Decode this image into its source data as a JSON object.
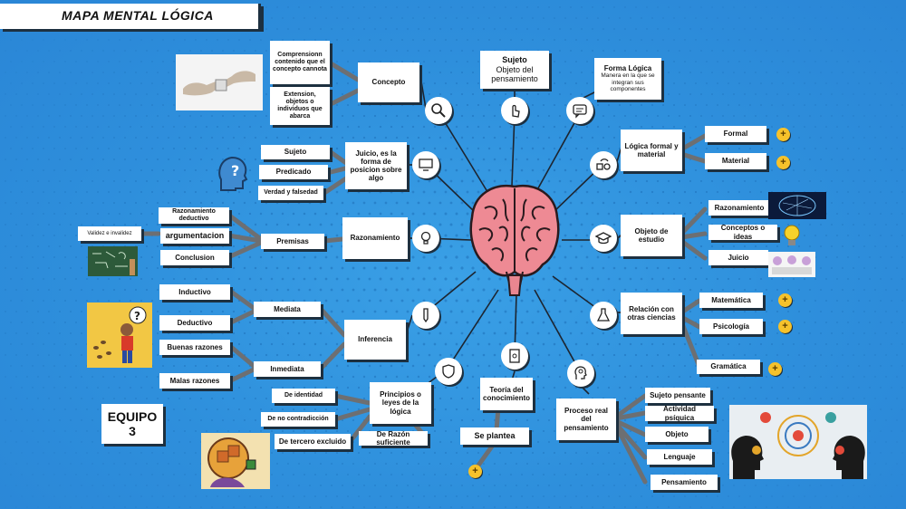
{
  "title": "MAPA MENTAL LÓGICA",
  "team": {
    "line1": "EQUIPO",
    "line2": "3"
  },
  "top": {
    "sujeto_title": "Sujeto",
    "sujeto_sub": "Objeto del pensamiento",
    "forma_title": "Forma Lógica",
    "forma_sub": "Manera en la que se integran sus componentes"
  },
  "concepto": {
    "main": "Concepto",
    "c1": "Comprensionn contenido que el concepto cannota",
    "c2": "Extension, objetos o individuos que abarca"
  },
  "juicio": {
    "main": "Juicio, es la forma de posicion sobre algo",
    "c1": "Sujeto",
    "c2": "Predicado",
    "c3": "Verdad y falsedad"
  },
  "razonamiento": {
    "main": "Razonamiento",
    "premisas": "Premisas",
    "r1": "Razonamiento deductivo",
    "r2": "argumentacion",
    "r3": "Conclusion",
    "validez": "Validez e invalidez"
  },
  "inferencia": {
    "main": "Inferencia",
    "mediata": "Mediata",
    "inmediata": "Inmediata",
    "m1": "Inductivo",
    "m2": "Deductivo",
    "i1": "Buenas razones",
    "i2": "Malas razones"
  },
  "principios": {
    "main": "Principios o leyes de la lógica",
    "p1": "De identidad",
    "p2": "De no contradicción",
    "p3": "De tercero excluido",
    "p4": "De Razón suficiente"
  },
  "teoria": {
    "main": "Teoría del conocimiento",
    "sub": "Se plantea"
  },
  "proceso": {
    "main": "Proceso real del pensamiento",
    "p1": "Sujeto pensante",
    "p2": "Actividad psíquica",
    "p3": "Objeto",
    "p4": "Lenguaje",
    "p5": "Pensamiento"
  },
  "relacion": {
    "main": "Relación con otras ciencias",
    "r1": "Matemática",
    "r2": "Psicología",
    "r3": "Gramática"
  },
  "objeto": {
    "main": "Objeto de estudio",
    "o1": "Razonamiento",
    "o2": "Conceptos o ideas",
    "o3": "Juicio"
  },
  "logica": {
    "main": "Lógica formal y material",
    "l1": "Formal",
    "l2": "Material"
  },
  "plus_symbol": "+",
  "icons": [
    "search-icon",
    "touch-icon",
    "chat-icon",
    "monitor-icon",
    "cycle-icon",
    "lightbulb-icon",
    "graduation-cap-icon",
    "pen-icon",
    "flask-icon",
    "shield-icon",
    "document-icon",
    "head-gear-icon"
  ],
  "colors": {
    "background": "#2e8fdc",
    "connector": "#6d6f72",
    "plus": "#f6c22b",
    "brain": "#ee8a94"
  }
}
